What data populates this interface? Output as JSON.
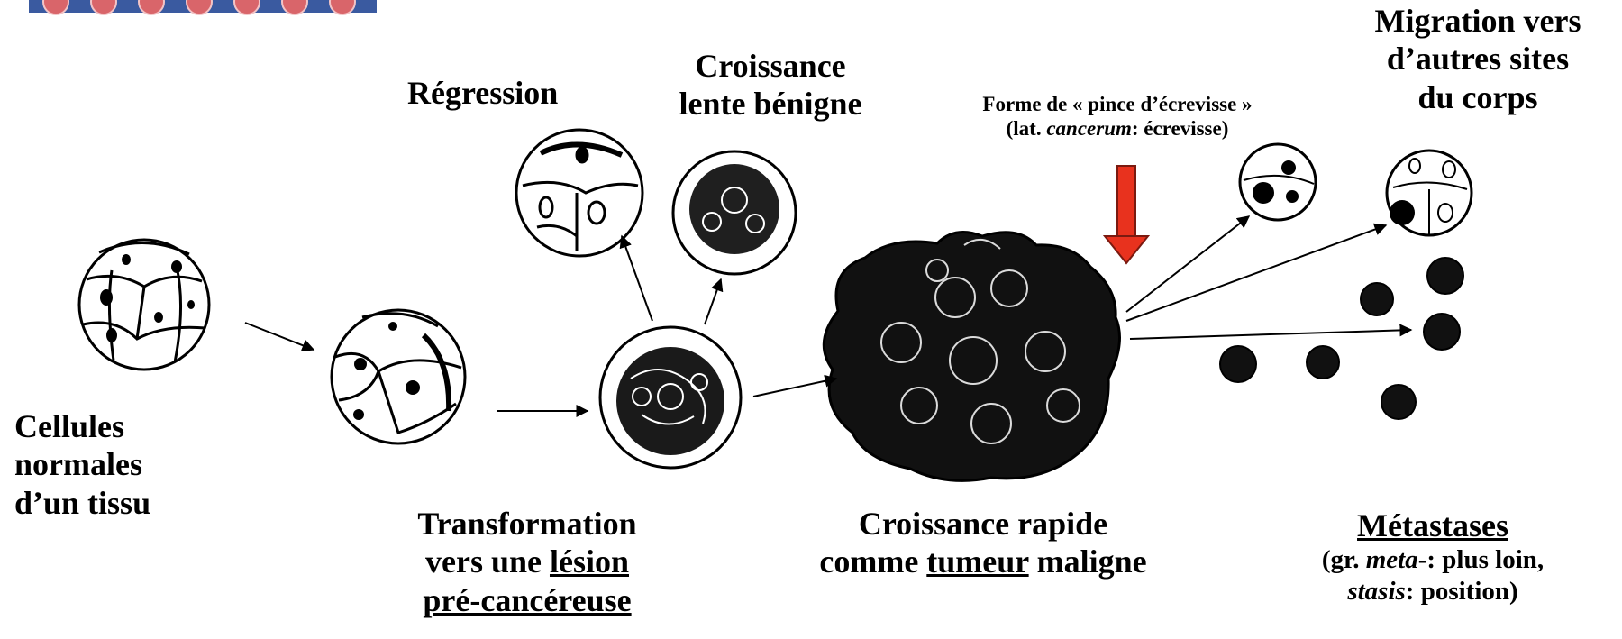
{
  "labels": {
    "normal_cells": [
      "Cellules",
      "normales",
      "d’un tissu"
    ],
    "transformation": {
      "line1": "Transformation",
      "line2_pre": "vers une ",
      "line2_underlined": "lésion",
      "line3_underlined": "pré-cancéreuse"
    },
    "regression": "Régression",
    "benign": [
      "Croissance",
      "lente bénigne"
    ],
    "malignant": {
      "line1": "Croissance rapide",
      "line2_pre": "comme ",
      "line2_underlined": "tumeur",
      "line2_post": " maligne"
    },
    "crab": {
      "line1": "Forme de « pince d’écrevisse »",
      "line2_pre": "(lat. ",
      "line2_italic": "cancerum",
      "line2_post": ": écrevisse)"
    },
    "migration": [
      "Migration vers",
      "d’autres sites",
      "du corps"
    ],
    "metastases": {
      "title": "Métastases",
      "line2_pre": "(gr. ",
      "line2_italic": "meta",
      "line2_post": "-: plus loin,",
      "line3_italic": "stasis",
      "line3_post": ": position)"
    }
  },
  "colors": {
    "crab_arrow": "#e8321e",
    "ink": "#000000",
    "logo_red": "#d9656a",
    "logo_blue": "#3a5aa0"
  },
  "icons": {
    "crab_arrow": "down-arrow-icon",
    "logo": "logo-icon"
  }
}
